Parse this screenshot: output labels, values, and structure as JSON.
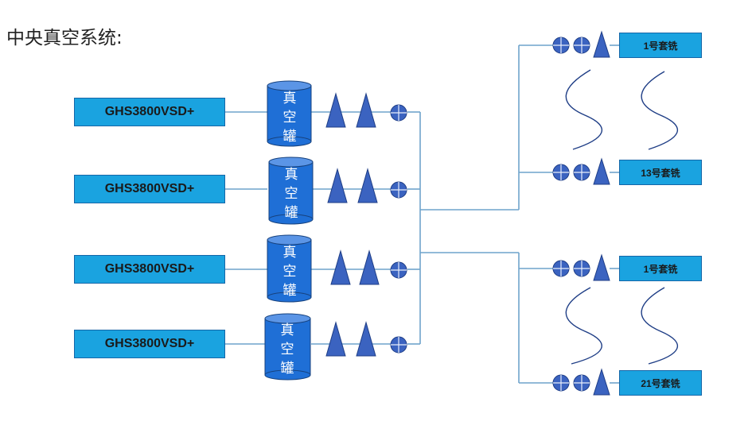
{
  "title": "中央真空系统:",
  "pumps": [
    "GHS3800VSD+",
    "GHS3800VSD+",
    "GHS3800VSD+",
    "GHS3800VSD+"
  ],
  "tank": {
    "chars": [
      "真",
      "空",
      "罐"
    ]
  },
  "mill_groups": [
    {
      "first": "1号套铣",
      "last": "13号套铣"
    },
    {
      "first": "1号套铣",
      "last": "21号套铣"
    }
  ],
  "colors": {
    "box_fill": "#1aa3e0",
    "box_border": "#1566a8",
    "symbol_fill": "#3b63c0",
    "line": "#6fa3cc"
  }
}
